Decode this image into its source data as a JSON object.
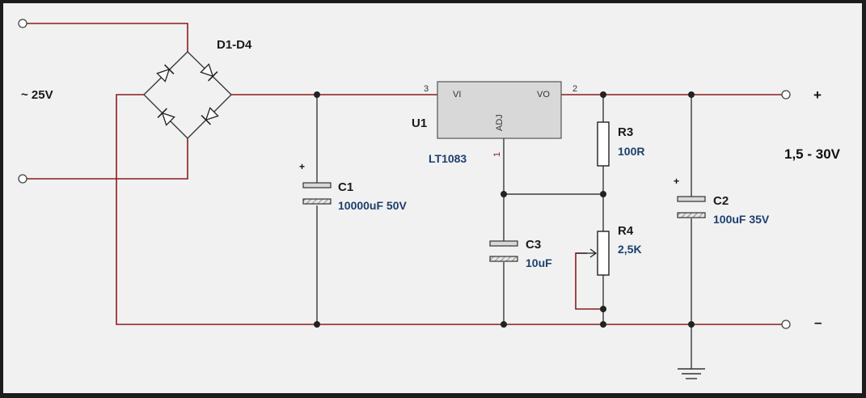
{
  "input": {
    "voltage_label": "~ 25V"
  },
  "bridge": {
    "name": "D1-D4"
  },
  "regulator": {
    "name": "U1",
    "part": "LT1083",
    "pin_vi": "VI",
    "pin_vo": "VO",
    "pin_adj": "ADJ",
    "pin_in_num": "3",
    "pin_out_num": "2",
    "pin_adj_num": "1"
  },
  "c1": {
    "name": "C1",
    "value": "10000uF 50V",
    "polarity": "+"
  },
  "c2": {
    "name": "C2",
    "value": "100uF 35V",
    "polarity": "+"
  },
  "c3": {
    "name": "C3",
    "value": "10uF"
  },
  "r3": {
    "name": "R3",
    "value": "100R"
  },
  "r4": {
    "name": "R4",
    "value": "2,5K"
  },
  "output": {
    "range_label": "1,5 - 30V",
    "plus_label": "+",
    "minus_label": "–"
  },
  "colors": {
    "wire": "#8b1c1c",
    "value_text": "#1c3f6e",
    "component_fill": "#d8d8d8"
  }
}
